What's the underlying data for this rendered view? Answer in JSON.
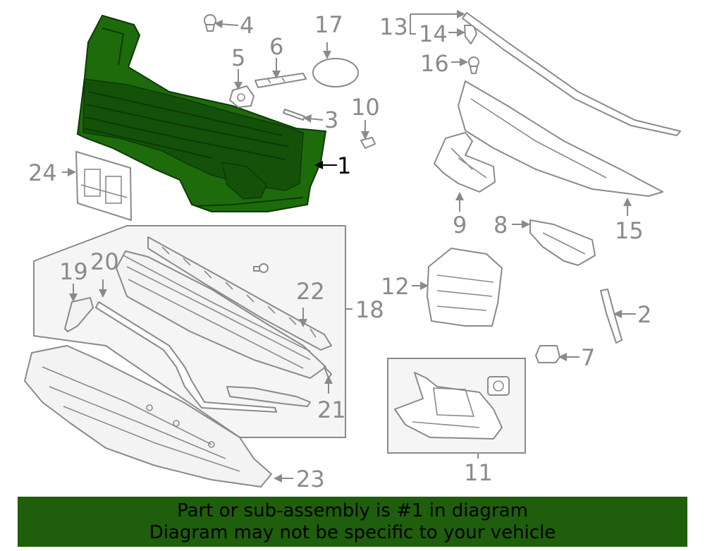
{
  "callouts": {
    "c1": "1",
    "c2": "2",
    "c3": "3",
    "c4": "4",
    "c5": "5",
    "c6": "6",
    "c7": "7",
    "c8": "8",
    "c9": "9",
    "c10": "10",
    "c11": "11",
    "c12": "12",
    "c13": "13",
    "c14": "14",
    "c15": "15",
    "c16": "16",
    "c17": "17",
    "c18": "18",
    "c19": "19",
    "c20": "20",
    "c21": "21",
    "c22": "22",
    "c23": "23",
    "c24": "24"
  },
  "highlight_part": "1",
  "colors": {
    "highlight": "#1e6b0c",
    "banner": "#1e5e0c",
    "linework": "#8a8a8a"
  },
  "banner": {
    "line1": "Part or sub-assembly is #1 in diagram",
    "line2": "Diagram may not be specific to your vehicle"
  }
}
